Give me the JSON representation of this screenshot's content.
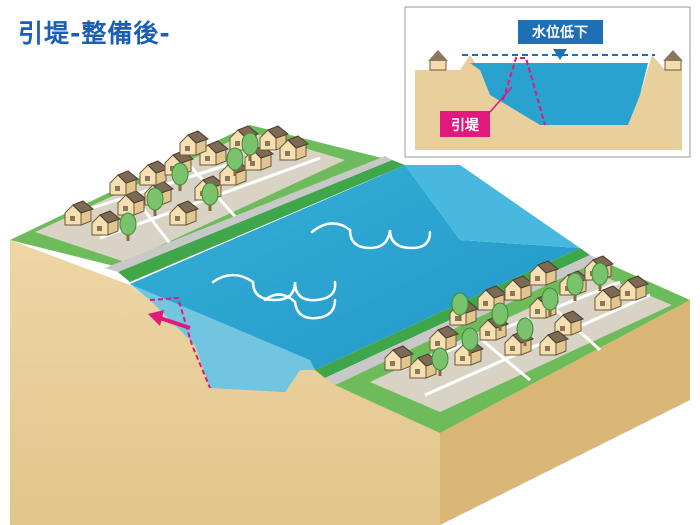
{
  "title": "引堤-整備後-",
  "inset": {
    "water_level_label": "水位低下",
    "levee_label": "引堤"
  },
  "colors": {
    "title": "#1a5fb4",
    "water": "#2aa2cf",
    "water_light": "#5ec3e3",
    "soil": "#e8cf9b",
    "soil_dark": "#d6b57a",
    "grass": "#3fa64a",
    "levee_marker": "#e0197d",
    "label_bg": "#1f6fb6"
  }
}
